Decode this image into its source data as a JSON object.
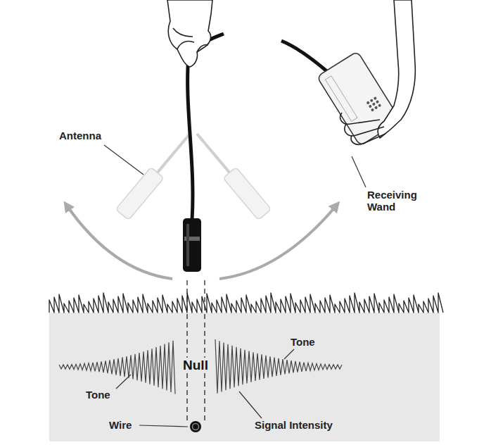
{
  "diagram": {
    "labels": [
      "Antenna",
      "Receiving Wand",
      "Tone",
      "Null",
      "Tone",
      "Wire",
      "Signal Intensity"
    ]
  }
}
